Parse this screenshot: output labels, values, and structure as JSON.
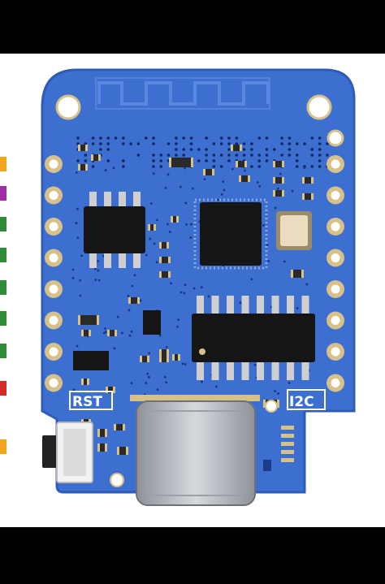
{
  "board": {
    "labels": {
      "reset": "RST",
      "i2c": "I2C"
    },
    "colors": {
      "pcb": "#3d6fd1",
      "pcb_edge": "#2f5bb8",
      "trace": "#5a88e0",
      "chip": "#151515",
      "pad_gold": "#d8c089",
      "silkscreen": "#ffffff",
      "usb_metal": "#b9bcc2",
      "crystal": "#e9dcc0"
    },
    "side_pins_left": {
      "colors": [
        "#f2a41c",
        "#9b2fa3",
        "#2f8a3a",
        "#2f8a3a",
        "#2f8a3a",
        "#2f8a3a",
        "#2f8a3a",
        "#d42a2a",
        "#f2a41c"
      ]
    },
    "pin_count_per_side": 8
  }
}
